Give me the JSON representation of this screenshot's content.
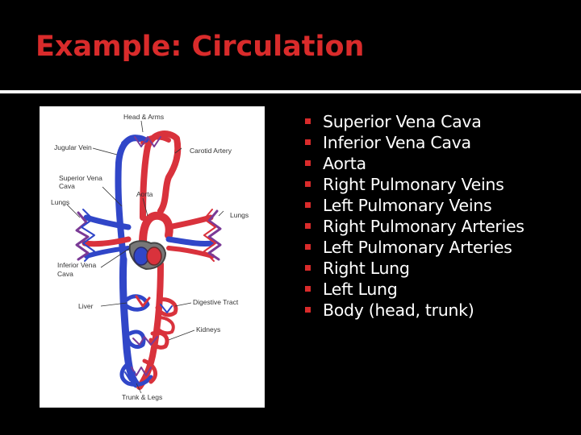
{
  "slide": {
    "title": "Example: Circulation",
    "bullets": [
      "Superior Vena Cava",
      "Inferior Vena Cava",
      "Aorta",
      "Right Pulmonary Veins",
      "Left Pulmonary Veins",
      "Right Pulmonary Arteries",
      "Left Pulmonary Arteries",
      "Right Lung",
      "Left Lung",
      "Body (head, trunk)"
    ]
  },
  "figure": {
    "labels": {
      "head_arms": "Head & Arms",
      "jugular_vein": "Jugular Vein",
      "carotid_artery": "Carotid Artery",
      "superior_vena_cava_1": "Superior Vena",
      "superior_vena_cava_2": "Cava",
      "aorta": "Aorta",
      "lungs_left": "Lungs",
      "lungs_right": "Lungs",
      "inferior_vena_cava_1": "Inferior Vena",
      "inferior_vena_cava_2": "Cava",
      "liver": "Liver",
      "digestive_tract": "Digestive Tract",
      "kidneys": "Kidneys",
      "trunk_legs": "Trunk & Legs"
    },
    "colors": {
      "artery": "#d9323c",
      "vein": "#3046c8",
      "heart": "#555555"
    }
  }
}
